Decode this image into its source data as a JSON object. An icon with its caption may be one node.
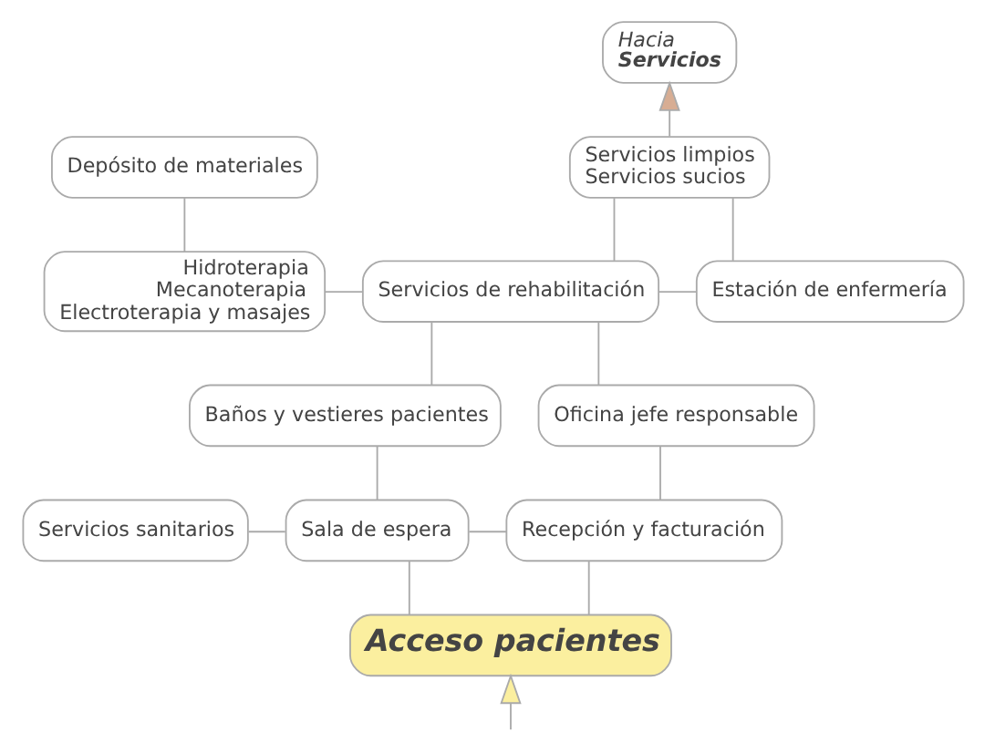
{
  "diagram": {
    "nodes": [
      {
        "text": [
          "Hacia",
          "Servicios"
        ]
      },
      {
        "text": [
          "Depósito de materiales"
        ]
      },
      {
        "text": [
          "Servicios limpios",
          "Servicios sucios"
        ]
      },
      {
        "text": [
          "Hidroterapia",
          "Mecanoterapia",
          "Electroterapia y masajes"
        ]
      },
      {
        "text": [
          "Servicios de rehabilitación"
        ]
      },
      {
        "text": [
          "Estación de enfermería"
        ]
      },
      {
        "text": [
          "Baños y vestieres pacientes"
        ]
      },
      {
        "text": [
          "Oficina jefe responsable"
        ]
      },
      {
        "text": [
          "Servicios sanitarios"
        ]
      },
      {
        "text": [
          "Sala de espera"
        ]
      },
      {
        "text": [
          "Recepción y facturación"
        ]
      },
      {
        "text": [
          "Acceso pacientes"
        ]
      }
    ],
    "edges": [
      {
        "from": 2,
        "to": 0,
        "arrow": "to"
      },
      {
        "from": 1,
        "to": 3,
        "arrow": "none"
      },
      {
        "from": 3,
        "to": 4,
        "arrow": "none"
      },
      {
        "from": 4,
        "to": 2,
        "arrow": "none"
      },
      {
        "from": 4,
        "to": 5,
        "arrow": "none"
      },
      {
        "from": 2,
        "to": 5,
        "arrow": "none"
      },
      {
        "from": 4,
        "to": 6,
        "arrow": "none"
      },
      {
        "from": 4,
        "to": 7,
        "arrow": "none"
      },
      {
        "from": 7,
        "to": 10,
        "arrow": "none"
      },
      {
        "from": 6,
        "to": 9,
        "arrow": "none"
      },
      {
        "from": 8,
        "to": 9,
        "arrow": "none"
      },
      {
        "from": 9,
        "to": 10,
        "arrow": "none"
      },
      {
        "from": 9,
        "to": 11,
        "arrow": "none"
      },
      {
        "from": 10,
        "to": 11,
        "arrow": "none"
      },
      {
        "from": null,
        "to": 11,
        "arrow": "to"
      }
    ]
  }
}
